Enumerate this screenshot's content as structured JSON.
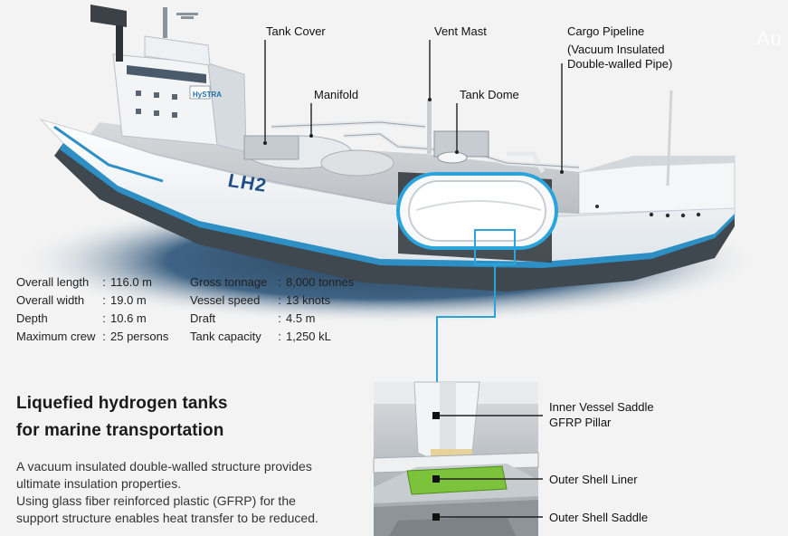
{
  "watermark": "Au",
  "ship_logo": "LH2",
  "ship_brand": "HySTRA",
  "callouts": {
    "tank_cover": "Tank Cover",
    "vent_mast": "Vent Mast",
    "cargo_pipeline_line1": "Cargo Pipeline",
    "cargo_pipeline_line2": "(Vacuum Insulated",
    "cargo_pipeline_line3": "Double-walled Pipe)",
    "manifold": "Manifold",
    "tank_dome": "Tank Dome"
  },
  "specs_left": [
    {
      "label": "Overall length",
      "sep": ":",
      "value": "116.0 m"
    },
    {
      "label": "Overall width",
      "sep": ":",
      "value": "19.0 m"
    },
    {
      "label": "Depth",
      "sep": ":",
      "value": "10.6 m"
    },
    {
      "label": "Maximum crew",
      "sep": ":",
      "value": "25 persons"
    }
  ],
  "specs_right": [
    {
      "label": "Gross tonnage",
      "sep": ":",
      "value": "8,000 tonnes"
    },
    {
      "label": "Vessel speed",
      "sep": ":",
      "value": "13 knots"
    },
    {
      "label": "Draft",
      "sep": ":",
      "value": "4.5 m"
    },
    {
      "label": "Tank capacity",
      "sep": ":",
      "value": "1,250 kL"
    }
  ],
  "heading": {
    "line1": "Liquefied hydrogen tanks",
    "line2": "for marine transportation"
  },
  "description": {
    "line1": "A vacuum insulated double-walled structure provides",
    "line2": "ultimate insulation properties.",
    "line3": "Using glass fiber reinforced plastic (GFRP) for the",
    "line4": "support structure enables heat transfer to be reduced."
  },
  "detail_labels": {
    "inner_saddle_line1": "Inner Vessel Saddle",
    "inner_saddle_line2": "GFRP Pillar",
    "outer_liner": "Outer Shell Liner",
    "outer_saddle": "Outer Shell Saddle"
  },
  "colors": {
    "accent_blue": "#1f6fa8",
    "stripe_blue": "#2d8fc4",
    "hull_white": "#ffffff",
    "hull_dark": "#3f474f",
    "gfrp_green": "#7cc23a",
    "leader_blue": "#29a3d8"
  }
}
